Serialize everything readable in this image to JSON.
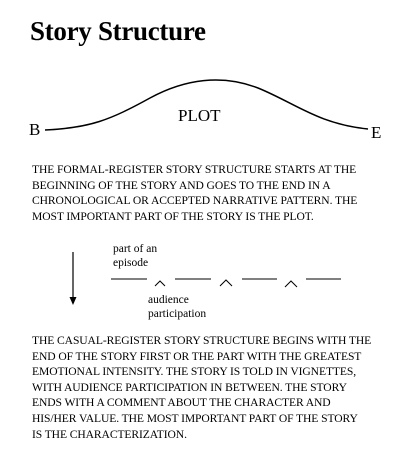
{
  "title": "Story Structure",
  "formal_diagram": {
    "start_label": "B",
    "end_label": "E",
    "curve_label": "PLOT"
  },
  "formal_description": [
    "THE FORMAL-REGISTER STORY STRUCTURE STARTS AT THE",
    "BEGINNING OF THE STORY AND GOES TO THE END IN A",
    "CHRONOLOGICAL OR ACCEPTED NARRATIVE PATTERN.  THE",
    "MOST IMPORTANT PART OF THE STORY IS THE PLOT."
  ],
  "casual_diagram": {
    "episode_label": [
      "part of an",
      "episode"
    ],
    "participation_label": [
      "audience",
      "participation"
    ]
  },
  "casual_description": [
    "THE CASUAL-REGISTER STORY STRUCTURE BEGINS WITH THE",
    "END OF THE STORY FIRST OR THE PART WITH THE GREATEST",
    "EMOTIONAL INTENSITY.  THE STORY IS TOLD IN VIGNETTES,",
    "WITH AUDIENCE PARTICIPATION IN BETWEEN.  THE STORY",
    "ENDS WITH A COMMENT ABOUT THE CHARACTER AND",
    "HIS/HER VALUE.  THE MOST IMPORTANT PART OF THE STORY",
    "IS THE CHARACTERIZATION."
  ]
}
